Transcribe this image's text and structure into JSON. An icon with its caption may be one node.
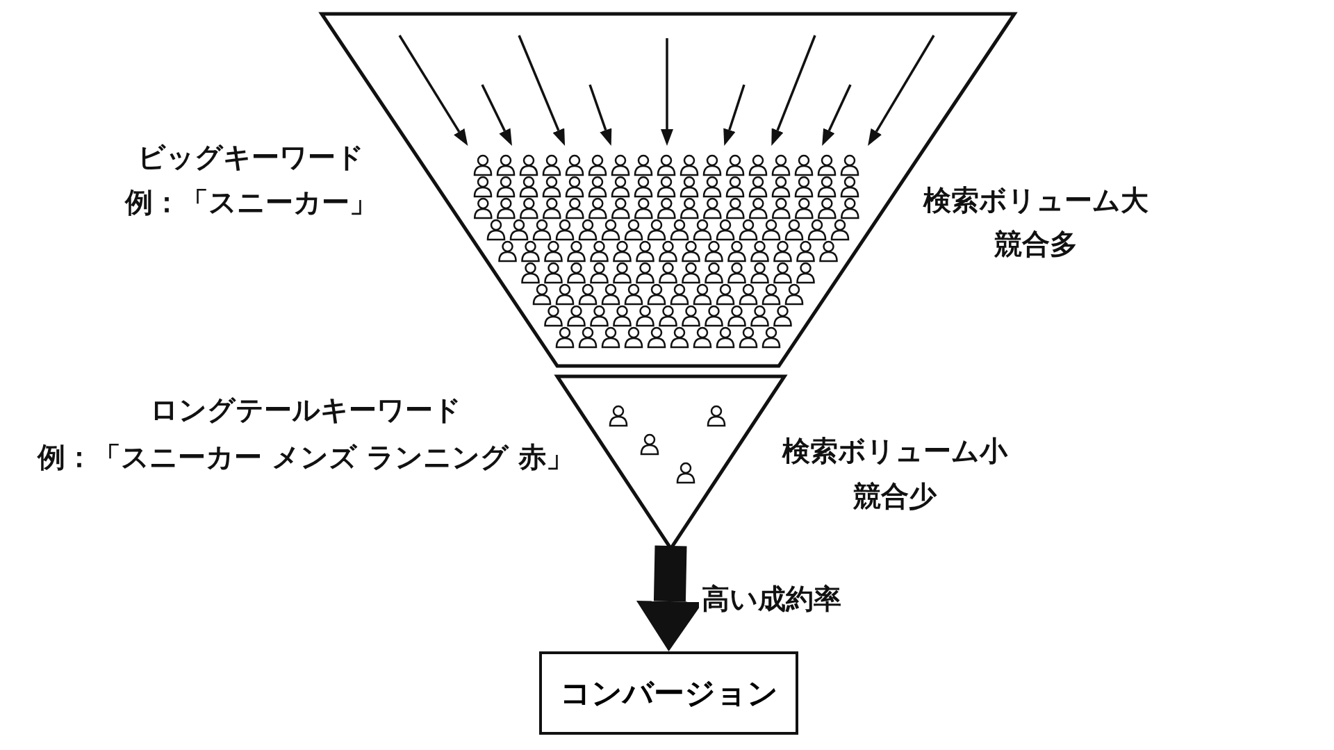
{
  "diagram": {
    "nodes": [
      {
        "text": [],
        "shape": "trapezoid",
        "beside": [
          "ビッグキーワード",
          "例：「スニーカー」",
          "検索ボリューム大",
          "競合多"
        ]
      },
      {
        "text": [],
        "shape": "picture",
        "in": 0
      },
      {
        "text": [],
        "shape": "triangle",
        "beside": [
          "ロングテールキーワード",
          "例：「スニーカー メンズ ランニング 赤」",
          "検索ボリューム小",
          "競合少"
        ]
      },
      {
        "text": [],
        "shape": "picture",
        "in": 2
      },
      {
        "text": [
          "コンバージョン"
        ]
      }
    ],
    "edges": [
      {
        "from": null,
        "to": 1,
        "arrow": "to"
      },
      {
        "from": null,
        "to": 1,
        "arrow": "to"
      },
      {
        "from": null,
        "to": 1,
        "arrow": "to"
      },
      {
        "from": null,
        "to": 1,
        "arrow": "to"
      },
      {
        "from": null,
        "to": 1,
        "arrow": "to"
      },
      {
        "from": null,
        "to": 1,
        "arrow": "to"
      },
      {
        "from": null,
        "to": 1,
        "arrow": "to"
      },
      {
        "from": null,
        "to": 1,
        "arrow": "to"
      },
      {
        "from": null,
        "to": 1,
        "arrow": "to"
      },
      {
        "from": 2,
        "to": 4,
        "arrow": "to",
        "label": "高い成約率",
        "style": "thick"
      }
    ]
  }
}
